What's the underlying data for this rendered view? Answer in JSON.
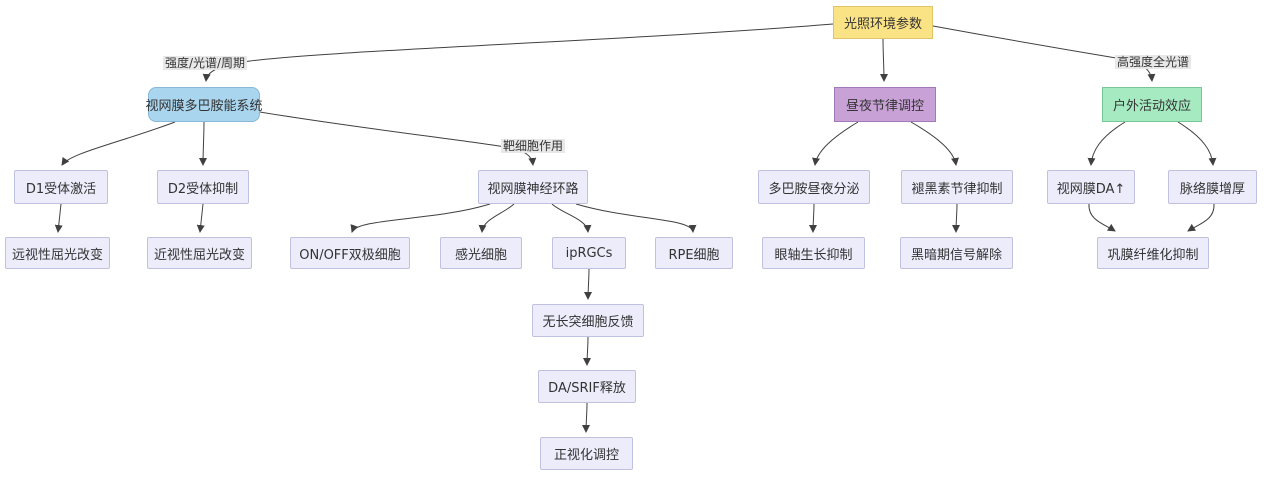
{
  "nodes": {
    "root": {
      "label": "光照环境参数"
    },
    "dopamine_system": {
      "label": "视网膜多巴胺能系统"
    },
    "circadian": {
      "label": "昼夜节律调控"
    },
    "outdoor": {
      "label": "户外活动效应"
    },
    "d1": {
      "label": "D1受体激活"
    },
    "d2": {
      "label": "D2受体抑制"
    },
    "circuit": {
      "label": "视网膜神经环路"
    },
    "da_secretion": {
      "label": "多巴胺昼夜分泌"
    },
    "melatonin": {
      "label": "褪黑素节律抑制"
    },
    "retinal_da": {
      "label": "视网膜DA↑"
    },
    "choroid": {
      "label": "脉络膜增厚"
    },
    "hyperopic": {
      "label": "远视性屈光改变"
    },
    "myopic": {
      "label": "近视性屈光改变"
    },
    "bipolar": {
      "label": "ON/OFF双极细胞"
    },
    "photoreceptor": {
      "label": "感光细胞"
    },
    "iprgcs": {
      "label": "ipRGCs"
    },
    "rpe": {
      "label": "RPE细胞"
    },
    "axial": {
      "label": "眼轴生长抑制"
    },
    "dark_signal": {
      "label": "黑暗期信号解除"
    },
    "sclera": {
      "label": "巩膜纤维化抑制"
    },
    "amacrine": {
      "label": "无长突细胞反馈"
    },
    "da_srif": {
      "label": "DA/SRIF释放"
    },
    "emmetropization": {
      "label": "正视化调控"
    }
  },
  "edge_labels": {
    "intensity_spectrum_cycle": "强度/光谱/周期",
    "target_cell_action": "靶细胞作用",
    "high_intensity_full_spectrum": "高强度全光谱"
  },
  "colors": {
    "background": "#ffffff",
    "text": "#333333",
    "edge": "#404040",
    "edge-label-bg": "#e8e8e8",
    "node-fill": "#edecfb",
    "node-stroke": "#c0c1de",
    "root-fill": "#fae385",
    "root-stroke": "#e0c568",
    "dopamine-fill": "#aad5ee",
    "dopamine-stroke": "#88b8d6",
    "circadian-fill": "#c8a1d7",
    "circadian-stroke": "#a478b8",
    "outdoor-fill": "#a6eac2",
    "outdoor-stroke": "#77c698"
  }
}
